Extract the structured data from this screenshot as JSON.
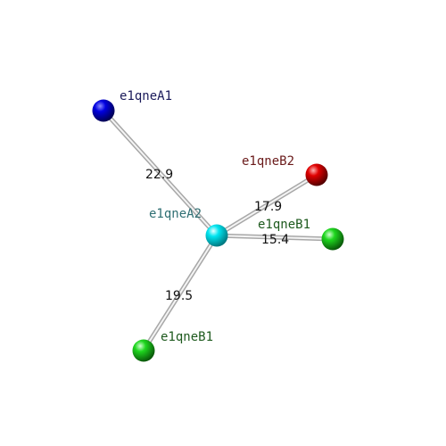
{
  "nodes": [
    {
      "id": "center",
      "label": "e1qneA2",
      "color": "#00e5f0",
      "label_color": "#2f6f73"
    },
    {
      "id": "top_left",
      "label": "e1qneA1",
      "color": "#0000e0",
      "label_color": "#1a1a5a"
    },
    {
      "id": "top_right",
      "label": "e1qneB2",
      "color": "#e00000",
      "label_color": "#6a1a1a"
    },
    {
      "id": "right",
      "label": "e1qneB1",
      "color": "#1ed61e",
      "label_color": "#1e5a1e"
    },
    {
      "id": "bottom_left",
      "label": "e1qneB1",
      "color": "#1ed61e",
      "label_color": "#1e5a1e"
    }
  ],
  "edges": [
    {
      "from": "center",
      "to": "top_left",
      "label": "22.9"
    },
    {
      "from": "center",
      "to": "top_right",
      "label": "17.9"
    },
    {
      "from": "center",
      "to": "right",
      "label": "15.4"
    },
    {
      "from": "center",
      "to": "bottom_left",
      "label": "19.5"
    }
  ]
}
